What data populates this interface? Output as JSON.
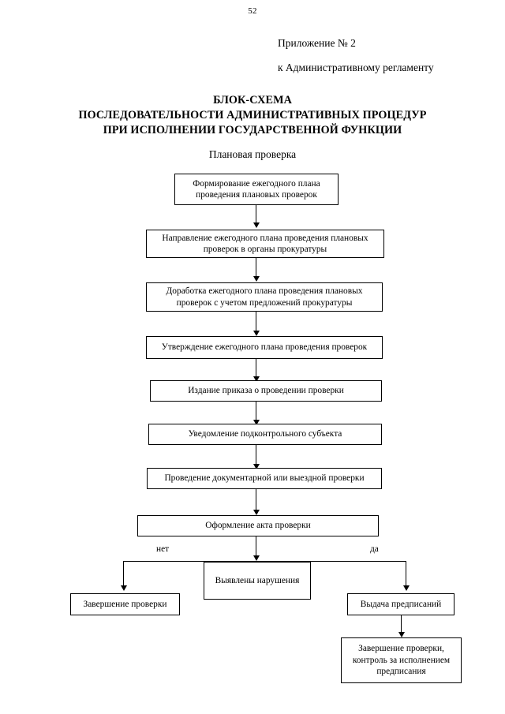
{
  "document": {
    "page_number": "52",
    "appendix_lines": [
      "Приложение № 2",
      "к Административному регламенту"
    ],
    "title_lines": [
      "БЛОК-СХЕМА",
      "ПОСЛЕДОВАТЕЛЬНОСТИ АДМИНИСТРАТИВНЫХ ПРОЦЕДУР",
      "ПРИ ИСПОЛНЕНИИ ГОСУДАРСТВЕННОЙ ФУНКЦИИ"
    ],
    "subtitle": "Плановая проверка"
  },
  "flowchart": {
    "nodes": [
      {
        "id": "n1",
        "label": "Формирование ежегодного плана проведения плановых проверок"
      },
      {
        "id": "n2",
        "label": "Направление ежегодного плана проведения плановых проверок в органы прокуратуры"
      },
      {
        "id": "n3",
        "label": "Доработка ежегодного плана проведения плановых проверок с учетом предложений прокуратуры"
      },
      {
        "id": "n4",
        "label": "Утверждение ежегодного плана проведения проверок"
      },
      {
        "id": "n5",
        "label": "Издание приказа о проведении проверки"
      },
      {
        "id": "n6",
        "label": "Уведомление подконтрольного субъекта"
      },
      {
        "id": "n7",
        "label": "Проведение документарной или выездной проверки"
      },
      {
        "id": "n8",
        "label": "Оформление акта проверки"
      },
      {
        "id": "n9",
        "label": "Выявлены нарушения"
      },
      {
        "id": "n10",
        "label": "Завершение проверки"
      },
      {
        "id": "n11",
        "label": "Выдача предписаний"
      },
      {
        "id": "n12",
        "label": "Завершение проверки, контроль за исполнением предписания"
      }
    ],
    "branch_labels": {
      "no": "нет",
      "yes": "да"
    }
  }
}
